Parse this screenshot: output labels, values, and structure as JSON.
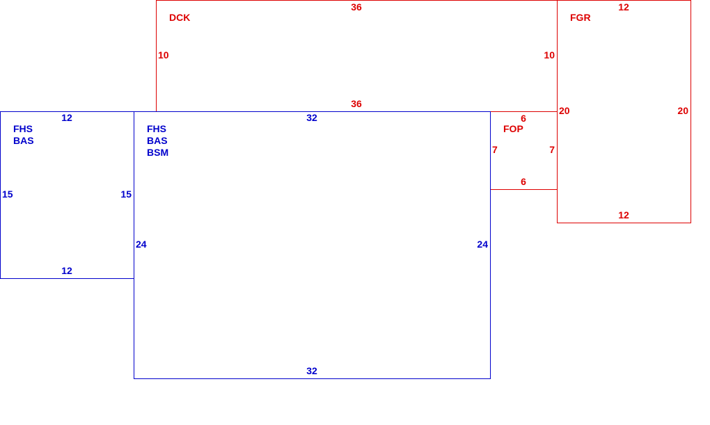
{
  "colors": {
    "blue": "#0000cc",
    "red": "#dd0000",
    "background": "#ffffff"
  },
  "areas": [
    {
      "id": "dck",
      "color": "red",
      "labels": [
        "DCK"
      ],
      "dims": {
        "top": "36",
        "bottom": "36",
        "left": "10",
        "right": "10"
      }
    },
    {
      "id": "fgr",
      "color": "red",
      "labels": [
        "FGR"
      ],
      "dims": {
        "top": "12",
        "bottom": "12",
        "left": "20",
        "right": "20"
      }
    },
    {
      "id": "fop",
      "color": "red",
      "labels": [
        "FOP"
      ],
      "dims": {
        "top": "6",
        "bottom": "6",
        "left": "7",
        "right": "7"
      }
    },
    {
      "id": "left-wing",
      "color": "blue",
      "labels": [
        "FHS",
        "BAS"
      ],
      "dims": {
        "top": "12",
        "bottom": "12",
        "left": "15",
        "right": "15"
      }
    },
    {
      "id": "main",
      "color": "blue",
      "labels": [
        "FHS",
        "BAS",
        "BSM"
      ],
      "dims": {
        "top": "32",
        "bottom": "32",
        "left": "24",
        "right": "24"
      }
    }
  ]
}
